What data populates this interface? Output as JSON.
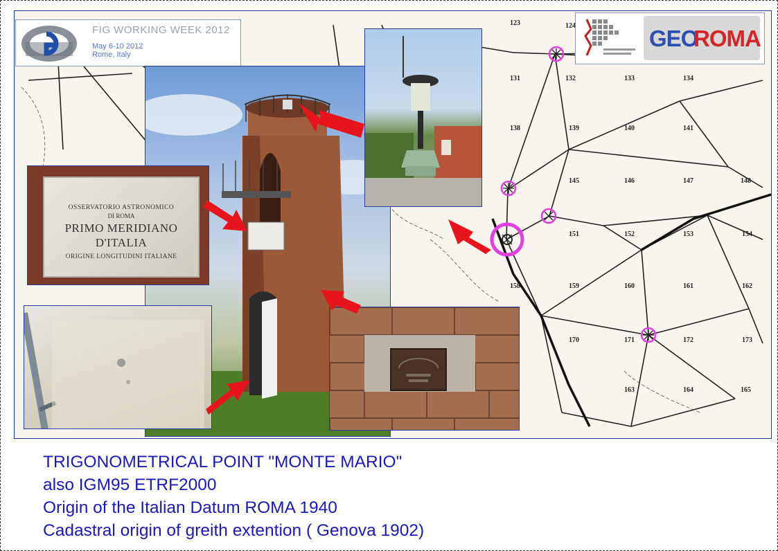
{
  "event_logo": {
    "title": "FIG WORKING WEEK 2012",
    "dates": "May 6-10 2012",
    "place": "Rome, Italy"
  },
  "partner_logo": {
    "name_part1": "GEO",
    "name_part2": "ROMA"
  },
  "plaque": {
    "line1": "OSSERVATORIO ASTRONOMICO",
    "line2": "DI ROMA",
    "line3": "PRIMO MERIDIANO",
    "line4": "D'ITALIA",
    "line5": "ORIGINE LONGITUDINI ITALIANE"
  },
  "map_numbers": [
    "123",
    "124",
    "131",
    "132",
    "133",
    "134",
    "138",
    "139",
    "140",
    "141",
    "145",
    "146",
    "147",
    "148",
    "151",
    "152",
    "153",
    "154",
    "158",
    "159",
    "160",
    "161",
    "162",
    "163",
    "164",
    "165",
    "170",
    "171",
    "172",
    "173"
  ],
  "caption": {
    "line1": "TRIGONOMETRICAL POINT  \"MONTE MARIO\"",
    "line2": "also IGM95 ETRF2000",
    "line3": "Origin of the Italian Datum ROMA 1940",
    "line4": "Cadastral origin of greith extention ( Genova 1902)"
  },
  "colors": {
    "caption": "#1a1ab8",
    "arrow": "#e8141b",
    "marker": "#e040e0",
    "frame": "#2a3d9e"
  }
}
